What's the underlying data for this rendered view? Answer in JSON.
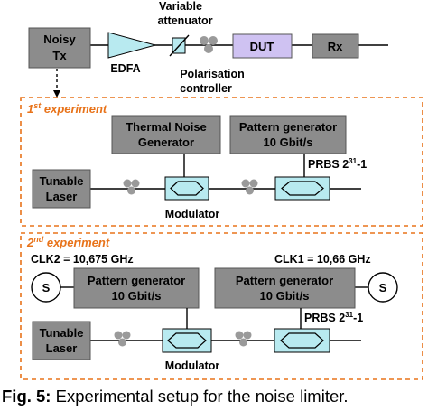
{
  "top_chain": {
    "noisy_tx": [
      "Noisy",
      "Tx"
    ],
    "edfa": "EDFA",
    "variable_attenuator": [
      "Variable",
      "attenuator"
    ],
    "polarisation_controller": [
      "Polarisation",
      "controller"
    ],
    "dut": "DUT",
    "rx": "Rx"
  },
  "experiment1": {
    "title_num": "1",
    "title_sup": "st",
    "title_rest": " experiment",
    "thermal_noise_generator": [
      "Thermal Noise",
      "Generator"
    ],
    "pattern_generator": [
      "Pattern generator",
      "10 Gbit/s"
    ],
    "prbs_base": "PRBS 2",
    "prbs_exp": "31",
    "prbs_tail": "-1",
    "laser": [
      "Tunable",
      "Laser"
    ],
    "modulator": "Modulator"
  },
  "experiment2": {
    "title_num": "2",
    "title_sup": "nd",
    "title_rest": " experiment",
    "clk2": "CLK2 = 10,675 GHz",
    "clk1": "CLK1 = 10,66 GHz",
    "source_symbol": "S",
    "pattern_generator_left": [
      "Pattern generator",
      "10 Gbit/s"
    ],
    "pattern_generator_right": [
      "Pattern generator",
      "10 Gbit/s"
    ],
    "prbs_base": "PRBS 2",
    "prbs_exp": "31",
    "prbs_tail": "-1",
    "laser": [
      "Tunable",
      "Laser"
    ],
    "modulator": "Modulator"
  },
  "caption": {
    "label": "Fig. 5:",
    "text": " Experimental setup for the noise limiter."
  },
  "colors": {
    "box_gray": "#8c8c8c",
    "dut_purple": "#cfc2f2",
    "modulator_cyan": "#b8eaf0",
    "dashed_orange": "#e8731a",
    "pc_paddles": "#9a9a9a"
  }
}
